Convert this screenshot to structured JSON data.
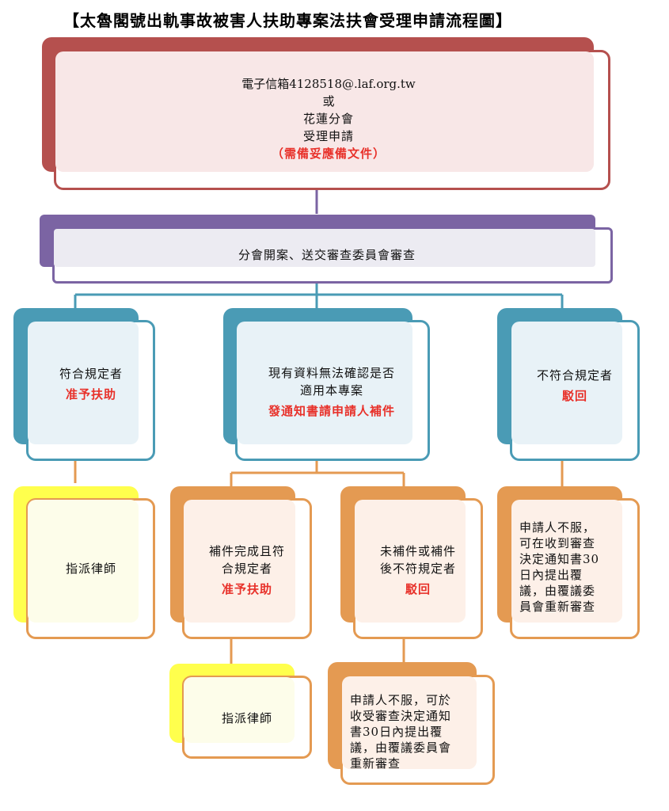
{
  "title": "【太魯閣號出軌事故被害人扶助專案法扶會受理申請流程圖】",
  "colors": {
    "red_back": "#b5504e",
    "red_front_border": "#b5504e",
    "red_inner": "#f8e7e7",
    "purple_back": "#7b64a3",
    "purple_front_border": "#7b64a3",
    "purple_inner": "#ecebf2",
    "blue_back": "#4a9bb5",
    "blue_front_border": "#4a9bb5",
    "blue_inner": "#e8f2f7",
    "yellow_back": "#ffff4d",
    "yellow_front_border": "#e49a52",
    "yellow_inner": "#fdfdea",
    "orange_back": "#e49a52",
    "orange_front_border": "#e49a52",
    "orange_inner": "#fdf0e8",
    "red_text": "#e8312a"
  },
  "box_apply": {
    "line1": "電子信箱4128518@.laf.org.tw",
    "line2": "或",
    "line3": "花蓮分會",
    "line4": "受理申請",
    "note": "（需備妥應備文件）"
  },
  "box_review": {
    "text": "分會開案、送交審查委員會審查"
  },
  "box_eligible": {
    "line1": "符合規定者",
    "result": "准予扶助"
  },
  "box_uncertain": {
    "line1": "現有資料無法確認是否",
    "line2": "適用本專案",
    "result": "發通知書請申請人補件"
  },
  "box_ineligible": {
    "line1": "不符合規定者",
    "result": "駁回"
  },
  "box_assign1": {
    "text": "指派律師"
  },
  "box_supplement_ok": {
    "line1": "補件完成且符",
    "line2": "合規定者",
    "result": "准予扶助"
  },
  "box_supplement_fail": {
    "line1": "未補件或補件",
    "line2": "後不符規定者",
    "result": "駁回"
  },
  "box_appeal1": {
    "lines": [
      "申請人不服，",
      "可在收到審查",
      "決定通知書30",
      "日內提出覆",
      "議，由覆議委",
      "員會重新審查"
    ]
  },
  "box_assign2": {
    "text": "指派律師"
  },
  "box_appeal2": {
    "lines": [
      "申請人不服，可於",
      "收受審查決定通知",
      "書30日內提出覆",
      "議，由覆議委員會",
      "重新審查"
    ]
  }
}
